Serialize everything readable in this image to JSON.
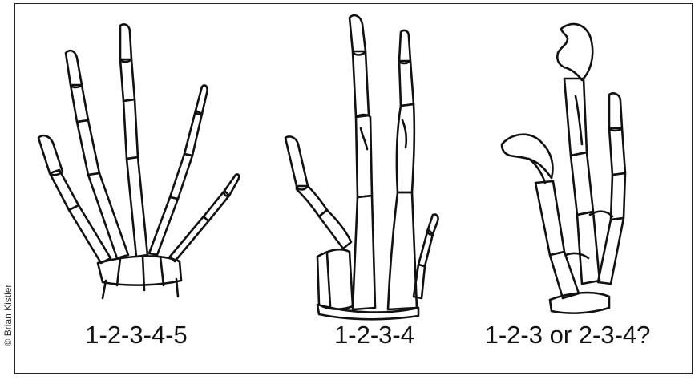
{
  "credit": "© Brian Kistler",
  "labels": {
    "hand_a": "1-2-3-4-5",
    "hand_b": "1-2-3-4",
    "hand_c": "1-2-3 or 2-3-4?"
  },
  "colors": {
    "line": "#111111",
    "background": "#ffffff",
    "frame": "#222222"
  }
}
